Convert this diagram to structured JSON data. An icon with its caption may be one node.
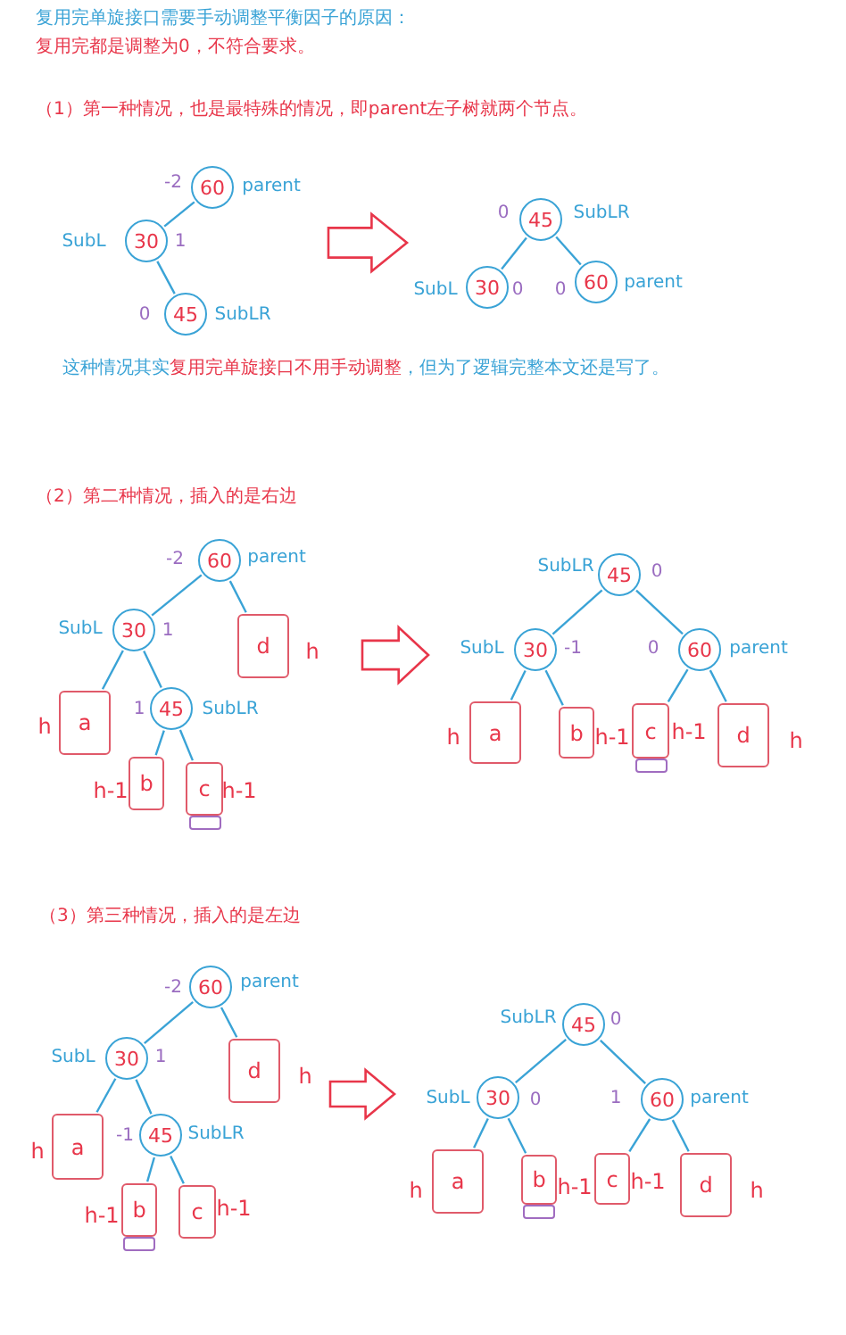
{
  "diagram": {
    "nodes": [
      {
        "text": [
          "60"
        ],
        "beside": [
          "-2",
          "parent"
        ]
      },
      {
        "text": [
          "30"
        ],
        "beside": [
          "SubL",
          "1"
        ]
      },
      {
        "text": [
          "45"
        ],
        "beside": [
          "0",
          "SubLR"
        ]
      },
      {
        "text": [
          "45"
        ],
        "beside": [
          "0",
          "SubLR"
        ]
      },
      {
        "text": [
          "30"
        ],
        "beside": [
          "SubL",
          "0"
        ]
      },
      {
        "text": [
          "60"
        ],
        "beside": [
          "0",
          "parent"
        ]
      },
      {
        "text": [
          "60"
        ],
        "beside": [
          "-2",
          "parent"
        ]
      },
      {
        "text": [
          "30"
        ],
        "beside": [
          "SubL",
          "1"
        ]
      },
      {
        "text": [
          "d"
        ],
        "beside": [
          "h"
        ]
      },
      {
        "text": [
          "a"
        ],
        "beside": [
          "h"
        ]
      },
      {
        "text": [
          "45"
        ],
        "beside": [
          "1",
          "SubLR"
        ]
      },
      {
        "text": [
          "b"
        ],
        "beside": [
          "h-1"
        ]
      },
      {
        "text": [
          "c"
        ],
        "beside": [
          "h-1"
        ]
      },
      {
        "text": [],
        "shape": "box"
      },
      {
        "text": [
          "45"
        ],
        "beside": [
          "SubLR",
          "0"
        ]
      },
      {
        "text": [
          "30"
        ],
        "beside": [
          "SubL",
          "-1"
        ]
      },
      {
        "text": [
          "60"
        ],
        "beside": [
          "0",
          "parent"
        ]
      },
      {
        "text": [
          "a"
        ],
        "beside": [
          "h"
        ]
      },
      {
        "text": [
          "b"
        ],
        "beside": [
          "h-1"
        ]
      },
      {
        "text": [
          "c"
        ],
        "beside": [
          "h-1"
        ]
      },
      {
        "text": [
          "d"
        ],
        "beside": [
          "h"
        ]
      },
      {
        "text": [],
        "shape": "box"
      },
      {
        "text": [
          "60"
        ],
        "beside": [
          "-2",
          "parent"
        ]
      },
      {
        "text": [
          "30"
        ],
        "beside": [
          "SubL",
          "1"
        ]
      },
      {
        "text": [
          "d"
        ],
        "beside": [
          "h"
        ]
      },
      {
        "text": [
          "a"
        ],
        "beside": [
          "h"
        ]
      },
      {
        "text": [
          "45"
        ],
        "beside": [
          "-1",
          "SubLR"
        ]
      },
      {
        "text": [
          "b"
        ],
        "beside": [
          "h-1"
        ]
      },
      {
        "text": [
          "c"
        ],
        "beside": [
          "h-1"
        ]
      },
      {
        "text": [],
        "shape": "box"
      },
      {
        "text": [
          "45"
        ],
        "beside": [
          "SubLR",
          "0"
        ]
      },
      {
        "text": [
          "30"
        ],
        "beside": [
          "SubL",
          "0"
        ]
      },
      {
        "text": [
          "60"
        ],
        "beside": [
          "1",
          "parent"
        ]
      },
      {
        "text": [
          "a"
        ],
        "beside": [
          "h"
        ]
      },
      {
        "text": [
          "b"
        ],
        "beside": [
          "h-1"
        ]
      },
      {
        "text": [
          "c"
        ],
        "beside": [
          "h-1"
        ]
      },
      {
        "text": [
          "d"
        ],
        "beside": [
          "h"
        ]
      },
      {
        "text": [],
        "shape": "box"
      }
    ],
    "edges": [
      {
        "from": 0,
        "to": 1,
        "arrow": "none"
      },
      {
        "from": 1,
        "to": 2,
        "arrow": "none"
      },
      {
        "from": 3,
        "to": 4,
        "arrow": "none"
      },
      {
        "from": 3,
        "to": 5,
        "arrow": "none"
      },
      {
        "from": 6,
        "to": 7,
        "arrow": "none"
      },
      {
        "from": 6,
        "to": 8,
        "arrow": "none"
      },
      {
        "from": 7,
        "to": 9,
        "arrow": "none"
      },
      {
        "from": 7,
        "to": 10,
        "arrow": "none"
      },
      {
        "from": 10,
        "to": 11,
        "arrow": "none"
      },
      {
        "from": 10,
        "to": 12,
        "arrow": "none"
      },
      {
        "from": 14,
        "to": 15,
        "arrow": "none"
      },
      {
        "from": 14,
        "to": 16,
        "arrow": "none"
      },
      {
        "from": 15,
        "to": 17,
        "arrow": "none"
      },
      {
        "from": 15,
        "to": 18,
        "arrow": "none"
      },
      {
        "from": 16,
        "to": 19,
        "arrow": "none"
      },
      {
        "from": 16,
        "to": 20,
        "arrow": "none"
      },
      {
        "from": 22,
        "to": 23,
        "arrow": "none"
      },
      {
        "from": 22,
        "to": 24,
        "arrow": "none"
      },
      {
        "from": 23,
        "to": 25,
        "arrow": "none"
      },
      {
        "from": 23,
        "to": 26,
        "arrow": "none"
      },
      {
        "from": 26,
        "to": 27,
        "arrow": "none"
      },
      {
        "from": 26,
        "to": 28,
        "arrow": "none"
      },
      {
        "from": 30,
        "to": 31,
        "arrow": "none"
      },
      {
        "from": 30,
        "to": 32,
        "arrow": "none"
      },
      {
        "from": 31,
        "to": 33,
        "arrow": "none"
      },
      {
        "from": 31,
        "to": 34,
        "arrow": "none"
      },
      {
        "from": 32,
        "to": 35,
        "arrow": "none"
      },
      {
        "from": 32,
        "to": 36,
        "arrow": "none"
      }
    ],
    "labels": [
      "复用完单旋接口需要手动调整平衡因子的原因：",
      "复用完都是调整为0，不符合要求。",
      "（1）第一种情况，也是最特殊的情况，即parent左子树就两个节点。",
      "这种情况其实**复用完单旋接口不用手动调整**，但为了逻辑完整本文还是写了。",
      "（2）第二种情况，插入的是右边",
      "（3）第三种情况，插入的是左边"
    ]
  }
}
